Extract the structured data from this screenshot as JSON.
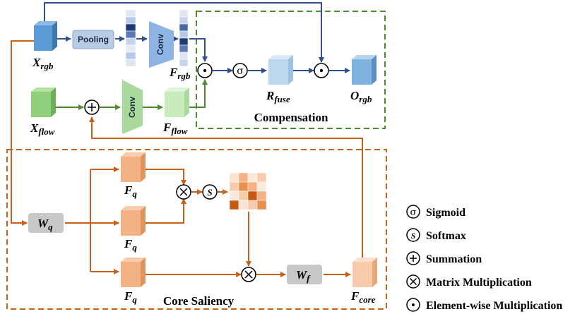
{
  "labels": {
    "x_rgb": {
      "main": "X",
      "sub": "rgb"
    },
    "f_rgb": {
      "main": "F",
      "sub": "rgb"
    },
    "r_fuse": {
      "main": "R",
      "sub": "fuse"
    },
    "o_rgb": {
      "main": "O",
      "sub": "rgb"
    },
    "x_flow": {
      "main": "X",
      "sub": "flow"
    },
    "f_flow": {
      "main": "F",
      "sub": "flow"
    },
    "f_q": {
      "main": "F",
      "sub": "q"
    },
    "w_q": {
      "main": "W",
      "sub": "q"
    },
    "w_f": {
      "main": "W",
      "sub": "f"
    },
    "f_core": {
      "main": "F",
      "sub": "core"
    }
  },
  "blocks": {
    "pooling": "Pooling",
    "conv": "Conv"
  },
  "operators": {
    "sigmoid": "σ",
    "softmax": "S",
    "summation": "+",
    "matmul": "×",
    "elementwise": "·"
  },
  "regions": {
    "compensation": "Compensation",
    "core_saliency": "Core Saliency"
  },
  "legend": [
    {
      "symbol": "σ",
      "icon": "sigmoid-icon",
      "label": "Sigmoid"
    },
    {
      "symbol": "S",
      "icon": "softmax-icon",
      "label": "Softmax"
    },
    {
      "symbol": "+",
      "icon": "summation-icon",
      "label": "Summation"
    },
    {
      "symbol": "×",
      "icon": "matmul-icon",
      "label": "Matrix Multiplication"
    },
    {
      "symbol": "·",
      "icon": "elementwise-icon",
      "label": "Element-wise Multiplication"
    }
  ],
  "colors": {
    "blue_arrow": "#2f4f8f",
    "green_arrow": "#4f8a30",
    "orange_arrow": "#c8601a",
    "compensation_border": "#4f8a30",
    "core_border": "#c8601a",
    "rgb_cube": "#5b9bd5",
    "fuse_cube": "#bdd7ee",
    "flow_cube": "#8fcf7a",
    "flow_light_cube": "#c9ecbf",
    "fq_cube": "#f4b183",
    "fcore_cube": "#f8cbad",
    "gray_block": "#c8c8c8"
  }
}
